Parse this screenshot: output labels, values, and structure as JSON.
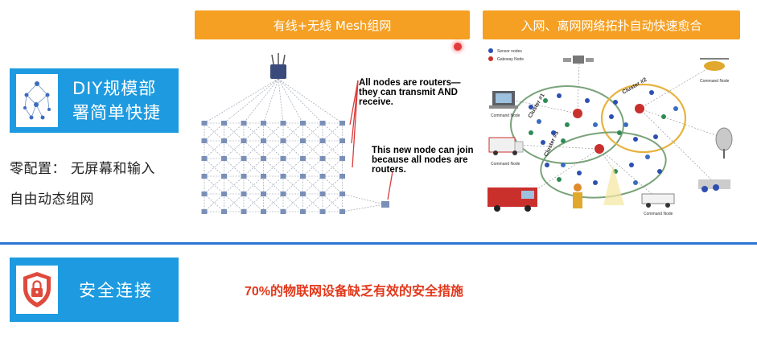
{
  "features": [
    {
      "title_line1": "DIY规模部",
      "title_line2": "署简单快捷"
    },
    {
      "title": "安全连接"
    }
  ],
  "notes": [
    "零配置： 无屏幕和输入",
    "自由动态组网"
  ],
  "panels": {
    "mesh_header": "有线+无线 Mesh组网",
    "topology_header": "入网、离网网络拓扑自动快速愈合"
  },
  "mesh_diagram": {
    "callout1_line1": "All nodes are routers—",
    "callout1_line2": "they can transmit AND",
    "callout1_line3": "receive.",
    "callout2_line1": "This new node can join",
    "callout2_line2": "because all nodes are",
    "callout2_line3": "routers."
  },
  "topology_diagram": {
    "legend_sensor": "Sensor nodes",
    "legend_gateway": "Gateway Node",
    "command_node": "Command Node",
    "cluster1": "Cluster #1",
    "cluster2": "Cluster #2",
    "cluster3": "Cluster #3"
  },
  "stat": "70%的物联网设备缺乏有效的安全措施",
  "colors": {
    "feature_blue": "#1e9be0",
    "header_orange": "#f5a023",
    "divider_blue": "#2f74d6",
    "stat_red": "#e2381b"
  },
  "icons": [
    "network-diagram-icon",
    "shield-lock-icon"
  ]
}
